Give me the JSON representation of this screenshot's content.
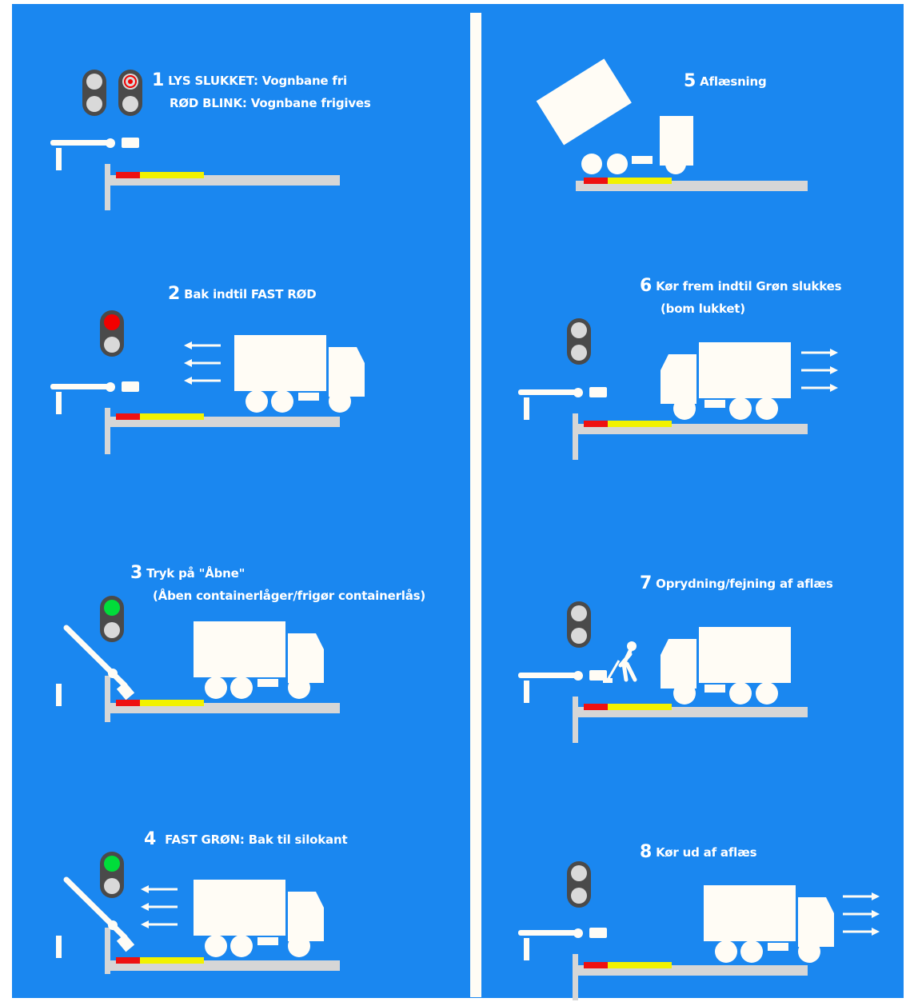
{
  "colors": {
    "background": "#1a87f0",
    "white": "#fffcf5",
    "ground": "#d6d6d6",
    "lamp_off": "#d9d9d9",
    "lamp_red": "#f20000",
    "lamp_green": "#00dd3a",
    "stripe_red": "#ee1111",
    "stripe_yellow": "#f2f200",
    "housing": "#4a4a4a"
  },
  "steps": [
    {
      "num": "1",
      "line1": "LYS SLUKKET: Vognbane fri",
      "line2": "RØD BLINK: Vognbane frigives"
    },
    {
      "num": "2",
      "line1": "Bak indtil FAST RØD"
    },
    {
      "num": "3",
      "line1": "Tryk på \"Åbne\"",
      "line2": "(Åben containerlåger/frigør containerlås)"
    },
    {
      "num": "4",
      "line1": "FAST GRØN: Bak til silokant"
    },
    {
      "num": "5",
      "line1": "Aflæsning"
    },
    {
      "num": "6",
      "line1": "Kør frem indtil Grøn slukkes",
      "line2": "(bom lukket)"
    },
    {
      "num": "7",
      "line1": "Oprydning/fejning af aflæs"
    },
    {
      "num": "8",
      "line1": "Kør ud af aflæs"
    }
  ],
  "scenes": [
    {
      "lights": [
        "off",
        "off"
      ],
      "second_housing": "red-blink",
      "barrier": "closed",
      "truck": "none",
      "arrows": "none",
      "person": false
    },
    {
      "lights": [
        "red",
        "off"
      ],
      "barrier": "closed",
      "truck": "right",
      "arrows": "left",
      "person": false
    },
    {
      "lights": [
        "green",
        "off"
      ],
      "barrier": "open",
      "truck": "right",
      "arrows": "none",
      "person": false
    },
    {
      "lights": [
        "green",
        "off"
      ],
      "barrier": "open",
      "truck": "right",
      "arrows": "left",
      "person": false
    },
    {
      "lights": [],
      "barrier": "none",
      "truck": "tipping",
      "arrows": "none",
      "person": false
    },
    {
      "lights": [
        "off",
        "off"
      ],
      "barrier": "closed",
      "truck": "left",
      "arrows": "right",
      "person": false
    },
    {
      "lights": [
        "off",
        "off"
      ],
      "barrier": "closed",
      "truck": "left",
      "arrows": "none",
      "person": true
    },
    {
      "lights": [
        "off",
        "off"
      ],
      "barrier": "closed",
      "truck": "right",
      "arrows": "right",
      "person": false
    }
  ]
}
